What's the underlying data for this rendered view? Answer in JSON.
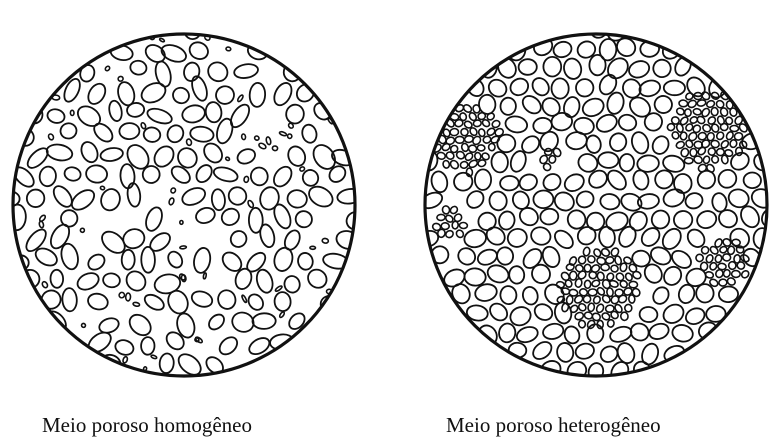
{
  "panels": [
    {
      "caption": "Meio poroso homogêneo",
      "pattern": "homogeneous"
    },
    {
      "caption": "Meio poroso heterogêneo",
      "pattern": "heterogeneous"
    }
  ],
  "colors": {
    "ink": "#111111",
    "paper": "#ffffff"
  }
}
